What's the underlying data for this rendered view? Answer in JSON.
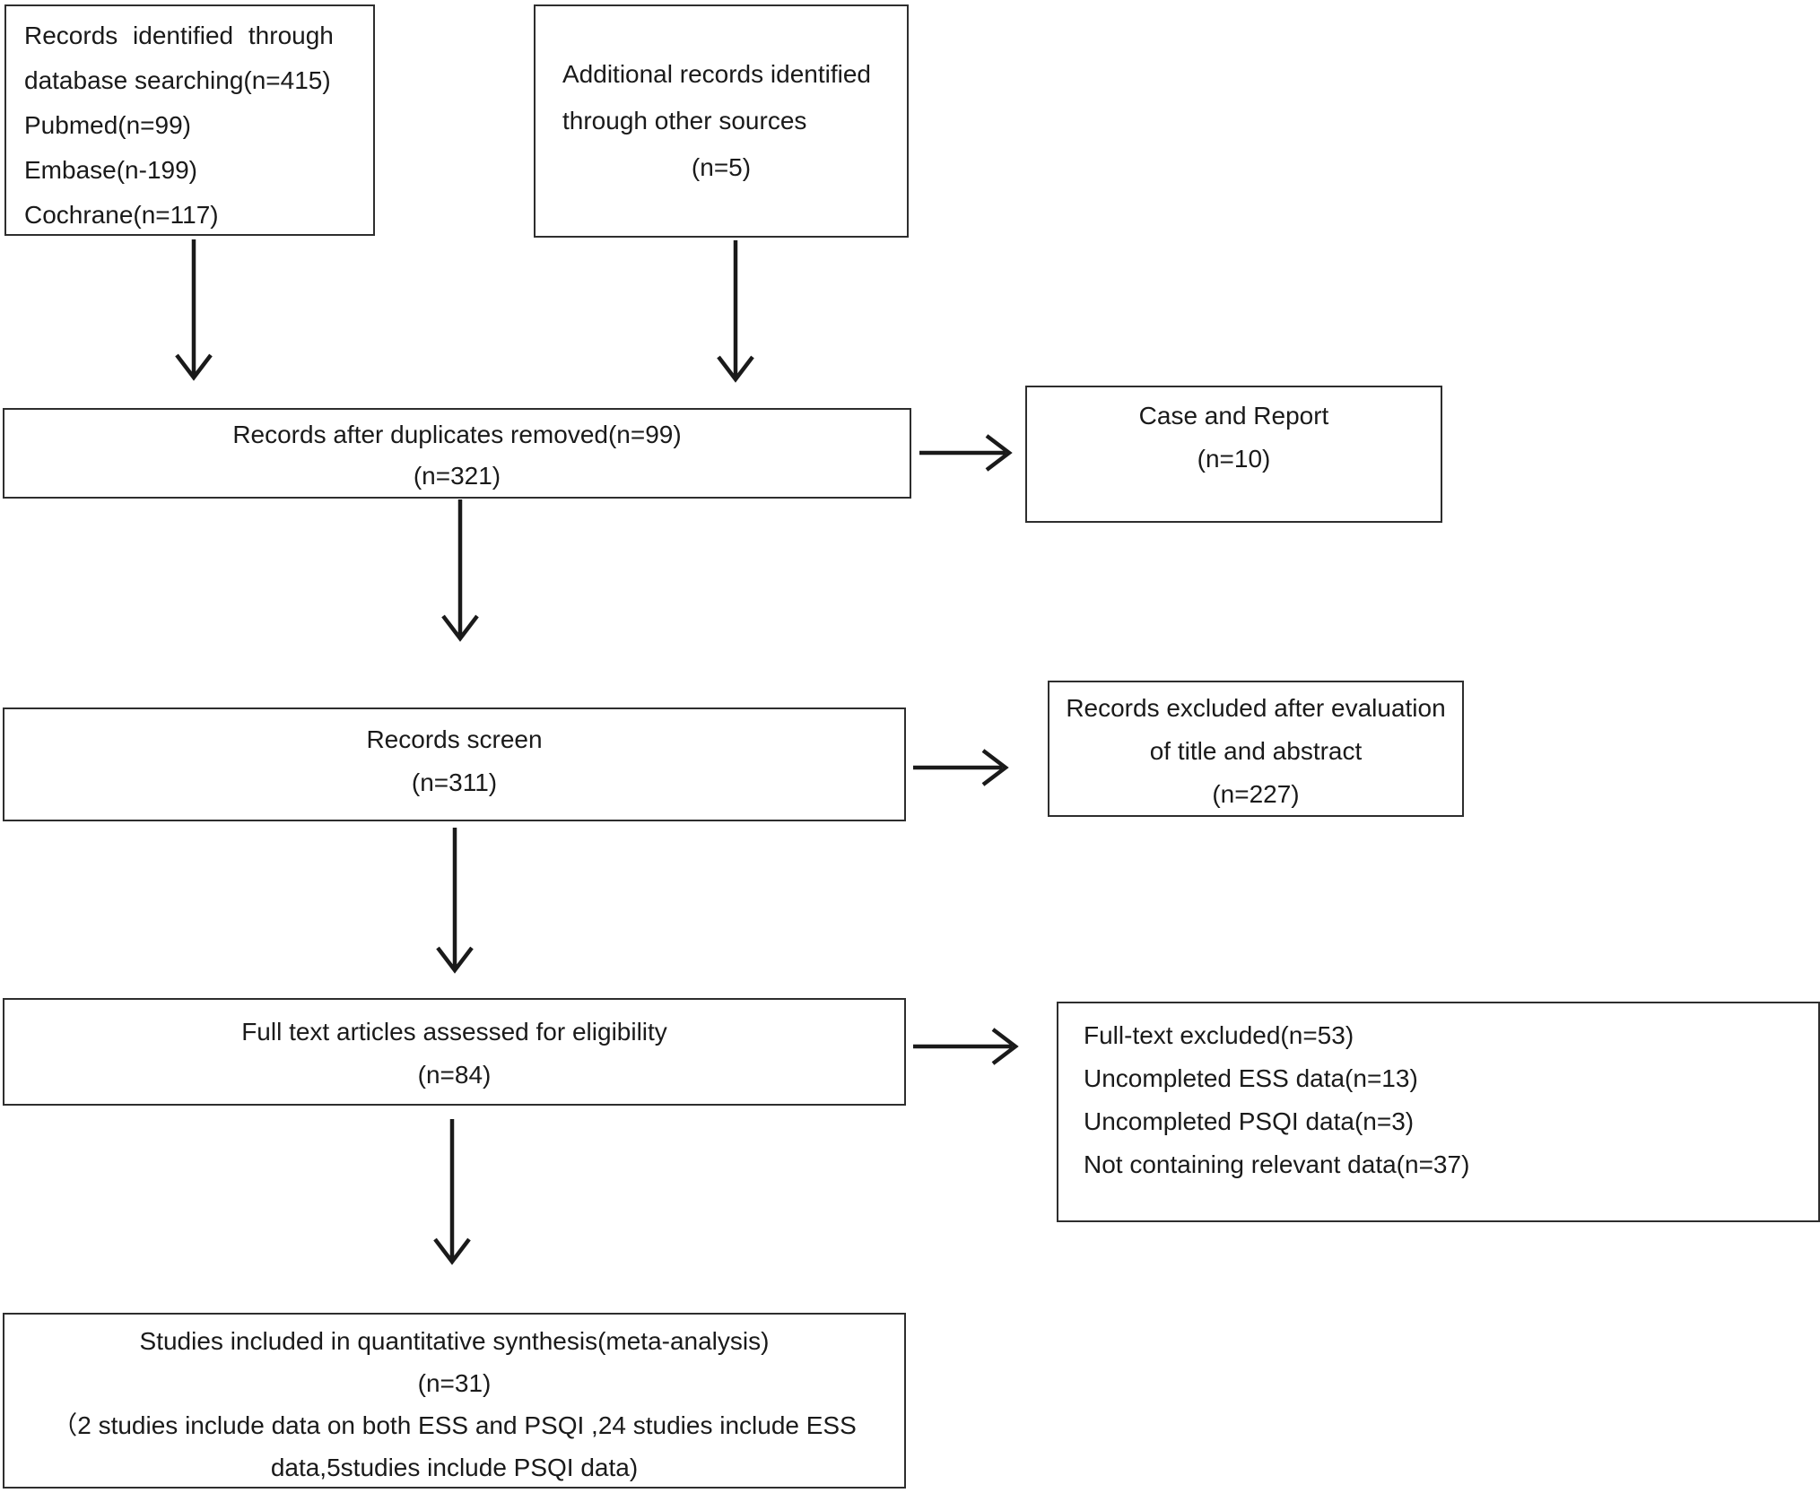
{
  "boxes": {
    "identification": {
      "lines": [
        "Records identified through",
        "database searching(n=415)",
        "Pubmed(n=99)",
        "Embase(n-199)",
        "Cochrane(n=117)"
      ]
    },
    "other_sources": {
      "lines": [
        "Additional records identified",
        "through other sources",
        "(n=5)"
      ]
    },
    "duplicates_removed": {
      "lines": [
        "Records after duplicates removed(n=99)",
        "(n=321)"
      ]
    },
    "case_report": {
      "lines": [
        "Case and Report",
        "(n=10)"
      ]
    },
    "records_screen": {
      "lines": [
        "Records screen",
        "(n=311)"
      ]
    },
    "records_excluded": {
      "lines": [
        "Records excluded after evaluation",
        "of title and abstract",
        "(n=227)"
      ]
    },
    "fulltext_assessed": {
      "lines": [
        "Full text articles assessed for eligibility",
        "(n=84)"
      ]
    },
    "fulltext_excluded": {
      "lines": [
        "Full-text excluded(n=53)",
        "Uncompleted ESS data(n=13)",
        "Uncompleted PSQI data(n=3)",
        "Not containing relevant data(n=37)"
      ]
    },
    "studies_included": {
      "lines": [
        "Studies included in quantitative synthesis(meta-analysis)",
        "(n=31)",
        "（2 studies include data on both ESS and PSQI ,24 studies include ESS",
        "data,5studies include PSQI data)"
      ]
    }
  },
  "colors": {
    "text": "#1a1a1a",
    "border": "#2e2e2e",
    "background": "#ffffff"
  }
}
